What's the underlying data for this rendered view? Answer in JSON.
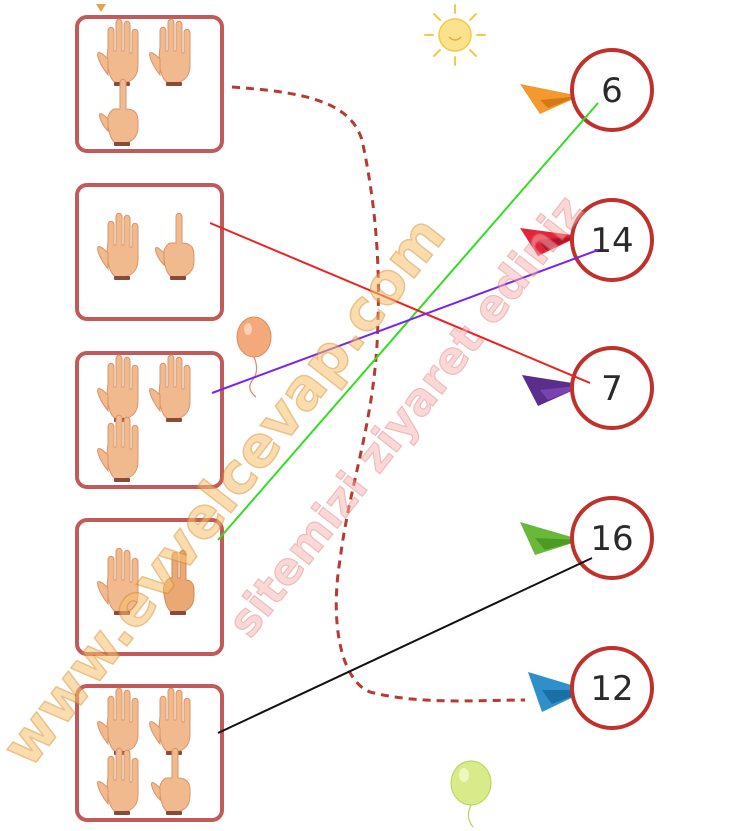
{
  "watermark": {
    "line1": "www.evvelcevap.com",
    "line2": "sitemizi ziyaret ediniz"
  },
  "cards": [
    {
      "id": "card-1",
      "hands": [
        5,
        5,
        1
      ]
    },
    {
      "id": "card-2",
      "hands": [
        5,
        1
      ]
    },
    {
      "id": "card-3",
      "hands": [
        5,
        5,
        5
      ]
    },
    {
      "id": "card-4",
      "hands": [
        5,
        2
      ]
    },
    {
      "id": "card-5",
      "hands": [
        5,
        5,
        5,
        1
      ]
    }
  ],
  "numbers": [
    "6",
    "14",
    "7",
    "16",
    "12"
  ],
  "colors": {
    "card_border": "#c25a5a",
    "circle_border": "#c0312b",
    "line_green": "#33dd22",
    "line_red": "#ee2222",
    "line_purple": "#7a22ee",
    "line_black": "#111111",
    "dashed_path": "#b83a30"
  },
  "decorations": [
    "sun-icon",
    "balloon-orange",
    "balloon-green",
    "plane-orange",
    "plane-red",
    "plane-purple",
    "plane-green",
    "plane-blue"
  ]
}
